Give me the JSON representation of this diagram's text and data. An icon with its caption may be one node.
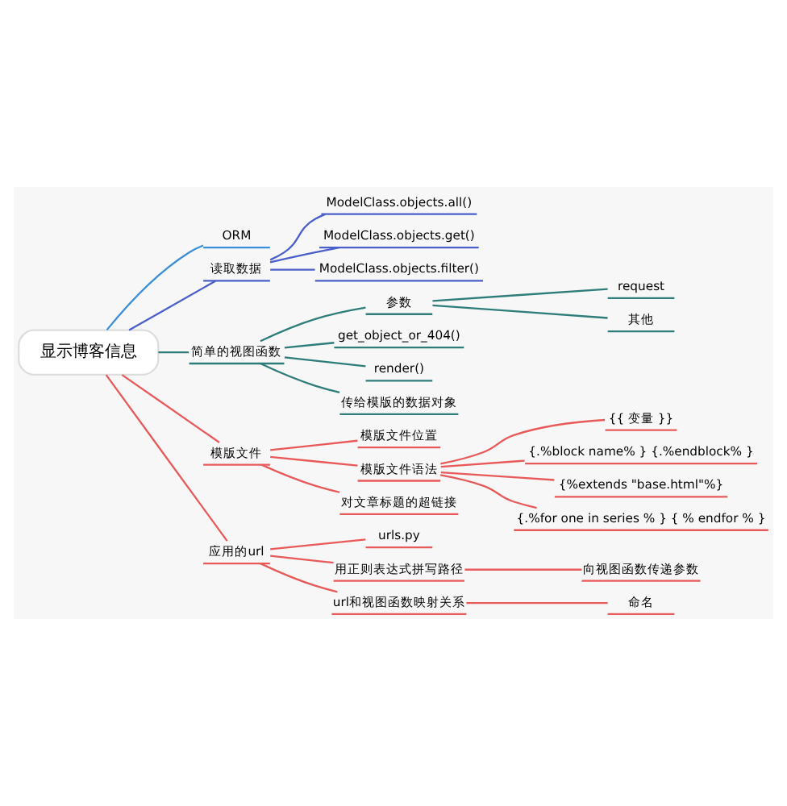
{
  "diagram": {
    "nodes": [
      {
        "text": [
          "显示博客信息"
        ]
      },
      {
        "text": [
          "ORM"
        ]
      },
      {
        "text": [
          "读取数据"
        ]
      },
      {
        "text": [
          "ModelClass.objects.all()"
        ]
      },
      {
        "text": [
          "ModelClass.objects.get()"
        ]
      },
      {
        "text": [
          "ModelClass.objects.filter()"
        ]
      },
      {
        "text": [
          "简单的视图函数"
        ]
      },
      {
        "text": [
          "参数"
        ]
      },
      {
        "text": [
          "request"
        ]
      },
      {
        "text": [
          "其他"
        ]
      },
      {
        "text": [
          "get_object_or_404()"
        ]
      },
      {
        "text": [
          "render()"
        ]
      },
      {
        "text": [
          "传给模版的数据对象"
        ]
      },
      {
        "text": [
          "模版文件"
        ]
      },
      {
        "text": [
          "模版文件位置"
        ]
      },
      {
        "text": [
          "模版文件语法"
        ]
      },
      {
        "text": [
          "{{ 变量 }}"
        ]
      },
      {
        "text": [
          "{.%block name% } {.%endblock% }"
        ]
      },
      {
        "text": [
          "{%extends \"base.html\"%}"
        ]
      },
      {
        "text": [
          "{.%for one in series % } { % endfor % }"
        ]
      },
      {
        "text": [
          "对文章标题的超链接"
        ]
      },
      {
        "text": [
          "应用的url"
        ]
      },
      {
        "text": [
          "urls.py"
        ]
      },
      {
        "text": [
          "用正则表达式拼写路径"
        ]
      },
      {
        "text": [
          "向视图函数传递参数"
        ]
      },
      {
        "text": [
          "url和视图函数映射关系"
        ]
      },
      {
        "text": [
          "命名"
        ]
      }
    ],
    "edges": [
      {
        "from": 0,
        "to": 1,
        "arrow": "none",
        "color": "#3b8fd9"
      },
      {
        "from": 0,
        "to": 2,
        "arrow": "none",
        "color": "#4a5fc9"
      },
      {
        "from": 2,
        "to": 3,
        "arrow": "none",
        "color": "#4a5fc9"
      },
      {
        "from": 2,
        "to": 4,
        "arrow": "none",
        "color": "#4a5fc9"
      },
      {
        "from": 2,
        "to": 5,
        "arrow": "none",
        "color": "#4a5fc9"
      },
      {
        "from": 0,
        "to": 6,
        "arrow": "none",
        "color": "#2e7d7a"
      },
      {
        "from": 6,
        "to": 7,
        "arrow": "none",
        "color": "#2e7d7a"
      },
      {
        "from": 7,
        "to": 8,
        "arrow": "none",
        "color": "#2e7d7a"
      },
      {
        "from": 7,
        "to": 9,
        "arrow": "none",
        "color": "#2e7d7a"
      },
      {
        "from": 6,
        "to": 10,
        "arrow": "none",
        "color": "#2e7d7a"
      },
      {
        "from": 6,
        "to": 11,
        "arrow": "none",
        "color": "#2e7d7a"
      },
      {
        "from": 6,
        "to": 12,
        "arrow": "none",
        "color": "#2e7d7a"
      },
      {
        "from": 0,
        "to": 13,
        "arrow": "none"
      },
      {
        "from": 13,
        "to": 14,
        "arrow": "none"
      },
      {
        "from": 13,
        "to": 15,
        "arrow": "none"
      },
      {
        "from": 15,
        "to": 16,
        "arrow": "none"
      },
      {
        "from": 15,
        "to": 17,
        "arrow": "none"
      },
      {
        "from": 15,
        "to": 18,
        "arrow": "none"
      },
      {
        "from": 15,
        "to": 19,
        "arrow": "none"
      },
      {
        "from": 13,
        "to": 20,
        "arrow": "none"
      },
      {
        "from": 0,
        "to": 21,
        "arrow": "none"
      },
      {
        "from": 21,
        "to": 22,
        "arrow": "none"
      },
      {
        "from": 21,
        "to": 23,
        "arrow": "none"
      },
      {
        "from": 23,
        "to": 24,
        "arrow": "none"
      },
      {
        "from": 21,
        "to": 25,
        "arrow": "none"
      },
      {
        "from": 25,
        "to": 26,
        "arrow": "none"
      }
    ]
  }
}
